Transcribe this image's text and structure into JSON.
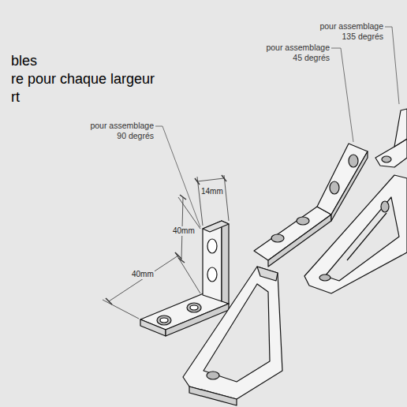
{
  "diagram": {
    "labels": [
      "bles",
      "re pour chaque largeur",
      "rt",
      "pour assemblage 135 degrés",
      "pour assemblage 45 degrés",
      "pour assemblage 90 degrés",
      "14mm",
      "40mm",
      "40mm"
    ]
  }
}
